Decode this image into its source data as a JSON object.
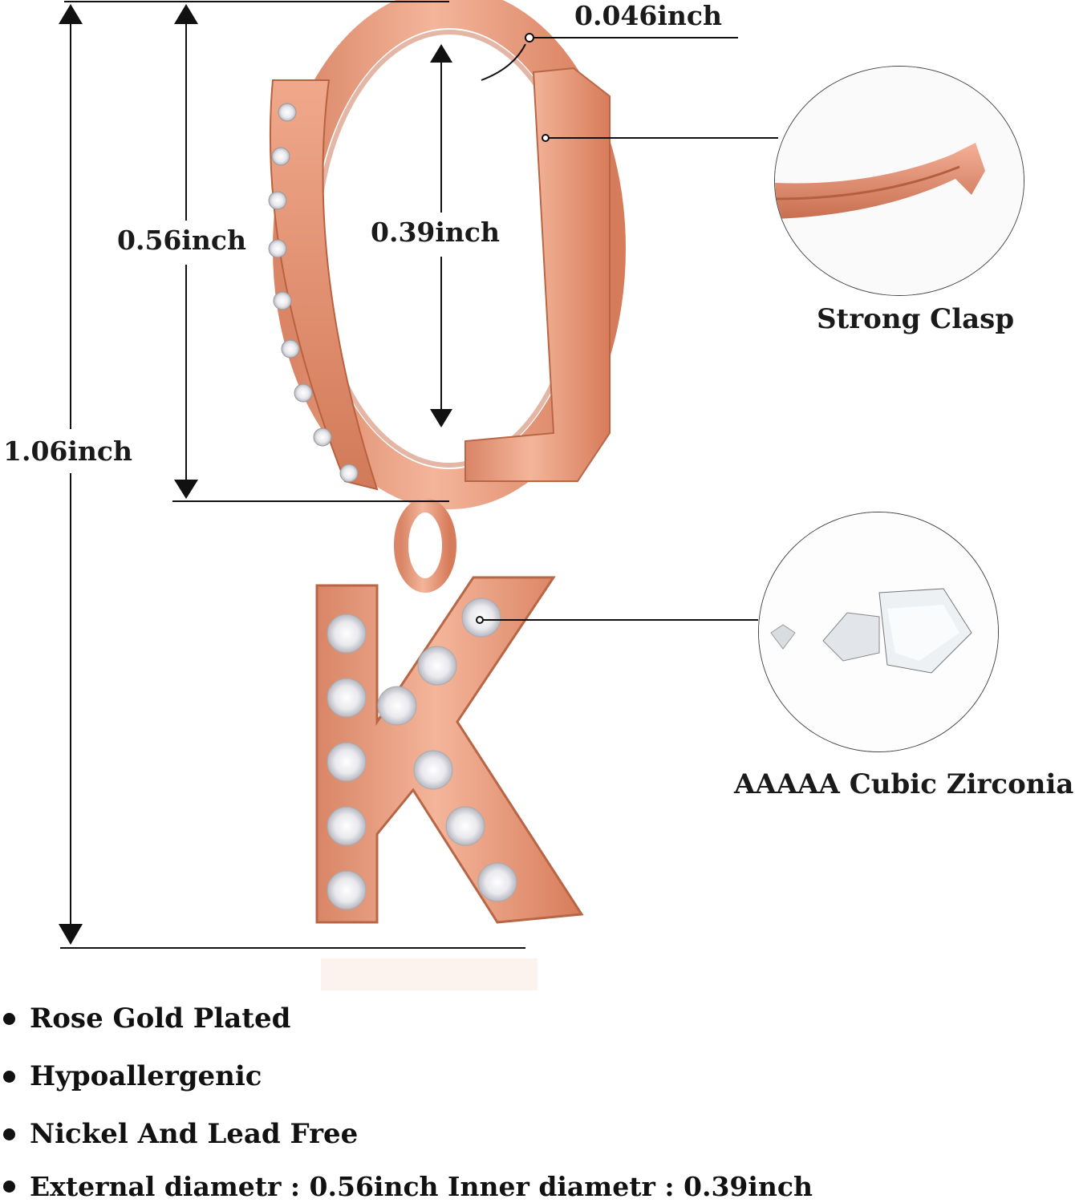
{
  "dimensions": {
    "wire_thickness": "0.046inch",
    "outer_diameter": "0.56inch",
    "inner_diameter": "0.39inch",
    "total_length": "1.06inch"
  },
  "callouts": {
    "clasp_label": "Strong Clasp",
    "zirconia_label": "AAAAA Cubic Zirconia"
  },
  "pendant_letter": "K",
  "features": [
    "Rose Gold Plated",
    "Hypoallergenic",
    "Nickel And Lead Free",
    "External diametr : 0.56inch Inner diametr : 0.39inch"
  ],
  "colors": {
    "rose_gold": "#e79a7c",
    "rose_gold_dark": "#c9704f",
    "rose_gold_light": "#f6c3ab"
  }
}
